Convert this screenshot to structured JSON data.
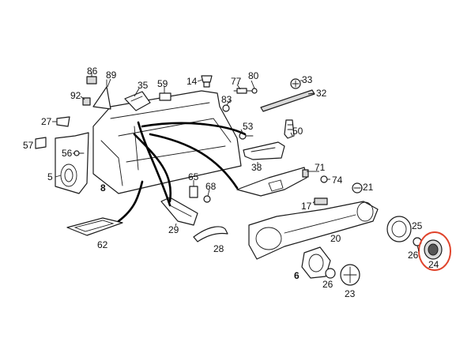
{
  "diagram": {
    "labels": [
      "86",
      "89",
      "92",
      "35",
      "59",
      "14",
      "77",
      "80",
      "33",
      "83",
      "32",
      "27",
      "57",
      "56",
      "5",
      "8",
      "53",
      "50",
      "38",
      "65",
      "68",
      "29",
      "71",
      "74",
      "21",
      "17",
      "62",
      "20",
      "25",
      "28",
      "26",
      "24",
      "6",
      "26",
      "23"
    ],
    "highlight_color": "#e0442c"
  }
}
